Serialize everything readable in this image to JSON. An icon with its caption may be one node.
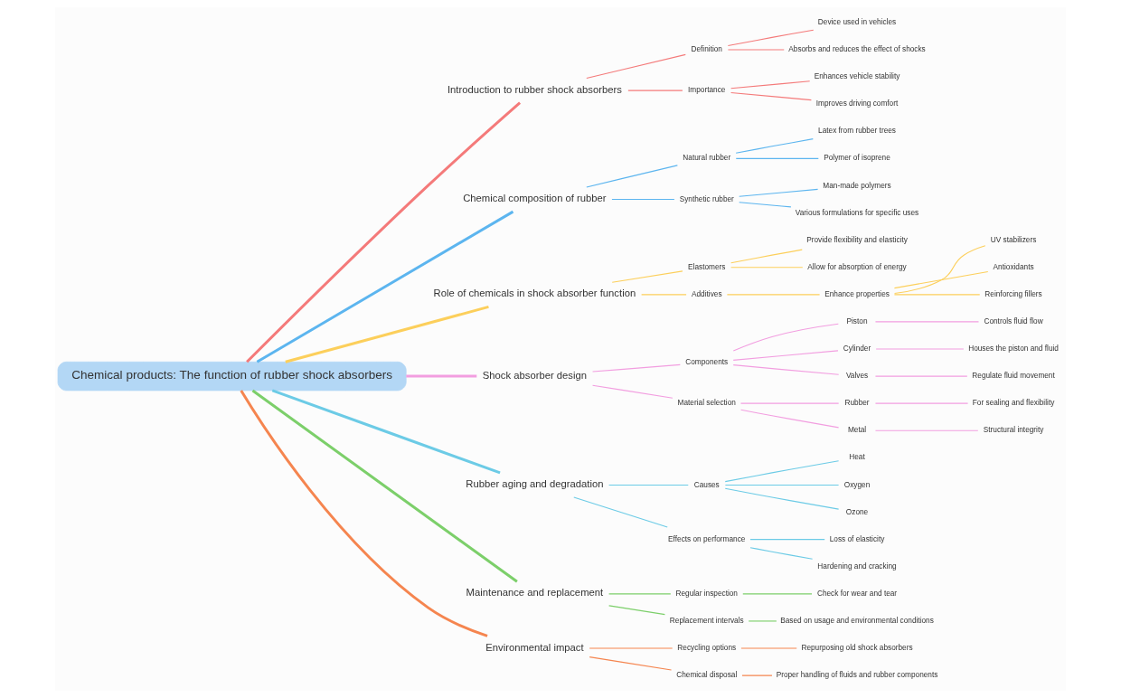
{
  "diagram": {
    "nodes": [
      {
        "text": [
          "Chemical products: The function of rubber shock absorbers"
        ]
      },
      {
        "text": [
          "Introduction to rubber shock absorbers"
        ]
      },
      {
        "text": [
          "Definition"
        ]
      },
      {
        "text": [
          "Device used in vehicles"
        ]
      },
      {
        "text": [
          "Absorbs and reduces the effect of shocks"
        ]
      },
      {
        "text": [
          "Importance"
        ]
      },
      {
        "text": [
          "Enhances vehicle stability"
        ]
      },
      {
        "text": [
          "Improves driving comfort"
        ]
      },
      {
        "text": [
          "Chemical composition of rubber"
        ]
      },
      {
        "text": [
          "Natural rubber"
        ]
      },
      {
        "text": [
          "Latex from rubber trees"
        ]
      },
      {
        "text": [
          "Polymer of isoprene"
        ]
      },
      {
        "text": [
          "Synthetic rubber"
        ]
      },
      {
        "text": [
          "Man-made polymers"
        ]
      },
      {
        "text": [
          "Various formulations for specific uses"
        ]
      },
      {
        "text": [
          "Role of chemicals in shock absorber function"
        ]
      },
      {
        "text": [
          "Elastomers"
        ]
      },
      {
        "text": [
          "Provide flexibility and elasticity"
        ]
      },
      {
        "text": [
          "Allow for absorption of energy"
        ]
      },
      {
        "text": [
          "Additives"
        ]
      },
      {
        "text": [
          "Enhance properties"
        ]
      },
      {
        "text": [
          "UV stabilizers"
        ]
      },
      {
        "text": [
          "Antioxidants"
        ]
      },
      {
        "text": [
          "Reinforcing fillers"
        ]
      },
      {
        "text": [
          "Shock absorber design"
        ]
      },
      {
        "text": [
          "Components"
        ]
      },
      {
        "text": [
          "Piston"
        ]
      },
      {
        "text": [
          "Controls fluid flow"
        ]
      },
      {
        "text": [
          "Cylinder"
        ]
      },
      {
        "text": [
          "Houses the piston and fluid"
        ]
      },
      {
        "text": [
          "Valves"
        ]
      },
      {
        "text": [
          "Regulate fluid movement"
        ]
      },
      {
        "text": [
          "Material selection"
        ]
      },
      {
        "text": [
          "Rubber"
        ]
      },
      {
        "text": [
          "For sealing and flexibility"
        ]
      },
      {
        "text": [
          "Metal"
        ]
      },
      {
        "text": [
          "Structural integrity"
        ]
      },
      {
        "text": [
          "Rubber aging and degradation"
        ]
      },
      {
        "text": [
          "Causes"
        ]
      },
      {
        "text": [
          "Heat"
        ]
      },
      {
        "text": [
          "Oxygen"
        ]
      },
      {
        "text": [
          "Ozone"
        ]
      },
      {
        "text": [
          "Effects on performance"
        ]
      },
      {
        "text": [
          "Loss of elasticity"
        ]
      },
      {
        "text": [
          "Hardening and cracking"
        ]
      },
      {
        "text": [
          "Maintenance and replacement"
        ]
      },
      {
        "text": [
          "Regular inspection"
        ]
      },
      {
        "text": [
          "Check for wear and tear"
        ]
      },
      {
        "text": [
          "Replacement intervals"
        ]
      },
      {
        "text": [
          "Based on usage and environmental conditions"
        ]
      },
      {
        "text": [
          "Environmental impact"
        ]
      },
      {
        "text": [
          "Recycling options"
        ]
      },
      {
        "text": [
          "Repurposing old shock absorbers"
        ]
      },
      {
        "text": [
          "Chemical disposal"
        ]
      },
      {
        "text": [
          "Proper handling of fluids and rubber components"
        ]
      }
    ],
    "edges": [
      {
        "from": 0,
        "to": 1,
        "arrow": "none",
        "style": "thick",
        "color": "#f47a7a"
      },
      {
        "from": 1,
        "to": 2,
        "arrow": "none",
        "color": "#f47a7a"
      },
      {
        "from": 2,
        "to": 3,
        "arrow": "none",
        "color": "#f47a7a"
      },
      {
        "from": 2,
        "to": 4,
        "arrow": "none",
        "color": "#f47a7a"
      },
      {
        "from": 1,
        "to": 5,
        "arrow": "none",
        "color": "#f47a7a"
      },
      {
        "from": 5,
        "to": 6,
        "arrow": "none",
        "color": "#f47a7a"
      },
      {
        "from": 5,
        "to": 7,
        "arrow": "none",
        "color": "#f47a7a"
      },
      {
        "from": 0,
        "to": 8,
        "arrow": "none",
        "style": "thick",
        "color": "#5cb5ef"
      },
      {
        "from": 8,
        "to": 9,
        "arrow": "none",
        "color": "#5cb5ef"
      },
      {
        "from": 9,
        "to": 10,
        "arrow": "none",
        "color": "#5cb5ef"
      },
      {
        "from": 9,
        "to": 11,
        "arrow": "none",
        "color": "#5cb5ef"
      },
      {
        "from": 8,
        "to": 12,
        "arrow": "none",
        "color": "#5cb5ef"
      },
      {
        "from": 12,
        "to": 13,
        "arrow": "none",
        "color": "#5cb5ef"
      },
      {
        "from": 12,
        "to": 14,
        "arrow": "none",
        "color": "#5cb5ef"
      },
      {
        "from": 0,
        "to": 15,
        "arrow": "none",
        "style": "thick",
        "color": "#fccf5b"
      },
      {
        "from": 15,
        "to": 16,
        "arrow": "none",
        "color": "#fccf5b"
      },
      {
        "from": 16,
        "to": 17,
        "arrow": "none",
        "color": "#fccf5b"
      },
      {
        "from": 16,
        "to": 18,
        "arrow": "none",
        "color": "#fccf5b"
      },
      {
        "from": 15,
        "to": 19,
        "arrow": "none",
        "color": "#fccf5b"
      },
      {
        "from": 19,
        "to": 20,
        "arrow": "none",
        "color": "#fccf5b"
      },
      {
        "from": 20,
        "to": 21,
        "arrow": "none",
        "color": "#fccf5b"
      },
      {
        "from": 20,
        "to": 22,
        "arrow": "none",
        "color": "#fccf5b"
      },
      {
        "from": 20,
        "to": 23,
        "arrow": "none",
        "color": "#fccf5b"
      },
      {
        "from": 0,
        "to": 24,
        "arrow": "none",
        "style": "thick",
        "color": "#f29ee0"
      },
      {
        "from": 24,
        "to": 25,
        "arrow": "none",
        "color": "#f29ee0"
      },
      {
        "from": 25,
        "to": 26,
        "arrow": "none",
        "color": "#f29ee0"
      },
      {
        "from": 26,
        "to": 27,
        "arrow": "none",
        "color": "#f29ee0"
      },
      {
        "from": 25,
        "to": 28,
        "arrow": "none",
        "color": "#f29ee0"
      },
      {
        "from": 28,
        "to": 29,
        "arrow": "none",
        "color": "#f29ee0"
      },
      {
        "from": 25,
        "to": 30,
        "arrow": "none",
        "color": "#f29ee0"
      },
      {
        "from": 30,
        "to": 31,
        "arrow": "none",
        "color": "#f29ee0"
      },
      {
        "from": 24,
        "to": 32,
        "arrow": "none",
        "color": "#f29ee0"
      },
      {
        "from": 32,
        "to": 33,
        "arrow": "none",
        "color": "#f29ee0"
      },
      {
        "from": 33,
        "to": 34,
        "arrow": "none",
        "color": "#f29ee0"
      },
      {
        "from": 32,
        "to": 35,
        "arrow": "none",
        "color": "#f29ee0"
      },
      {
        "from": 35,
        "to": 36,
        "arrow": "none",
        "color": "#f29ee0"
      },
      {
        "from": 0,
        "to": 37,
        "arrow": "none",
        "style": "thick",
        "color": "#6ccbe6"
      },
      {
        "from": 37,
        "to": 38,
        "arrow": "none",
        "color": "#6ccbe6"
      },
      {
        "from": 38,
        "to": 39,
        "arrow": "none",
        "color": "#6ccbe6"
      },
      {
        "from": 38,
        "to": 40,
        "arrow": "none",
        "color": "#6ccbe6"
      },
      {
        "from": 38,
        "to": 41,
        "arrow": "none",
        "color": "#6ccbe6"
      },
      {
        "from": 37,
        "to": 42,
        "arrow": "none",
        "color": "#6ccbe6"
      },
      {
        "from": 42,
        "to": 43,
        "arrow": "none",
        "color": "#6ccbe6"
      },
      {
        "from": 42,
        "to": 44,
        "arrow": "none",
        "color": "#6ccbe6"
      },
      {
        "from": 0,
        "to": 45,
        "arrow": "none",
        "style": "thick",
        "color": "#7ccf6a"
      },
      {
        "from": 45,
        "to": 46,
        "arrow": "none",
        "color": "#7ccf6a"
      },
      {
        "from": 46,
        "to": 47,
        "arrow": "none",
        "color": "#7ccf6a"
      },
      {
        "from": 45,
        "to": 48,
        "arrow": "none",
        "color": "#7ccf6a"
      },
      {
        "from": 48,
        "to": 49,
        "arrow": "none",
        "color": "#7ccf6a"
      },
      {
        "from": 0,
        "to": 50,
        "arrow": "none",
        "style": "thick",
        "color": "#f5854f"
      },
      {
        "from": 50,
        "to": 51,
        "arrow": "none",
        "color": "#f5854f"
      },
      {
        "from": 51,
        "to": 52,
        "arrow": "none",
        "color": "#f5854f"
      },
      {
        "from": 50,
        "to": 53,
        "arrow": "none",
        "color": "#f5854f"
      },
      {
        "from": 53,
        "to": 54,
        "arrow": "none",
        "color": "#f5854f"
      }
    ]
  }
}
